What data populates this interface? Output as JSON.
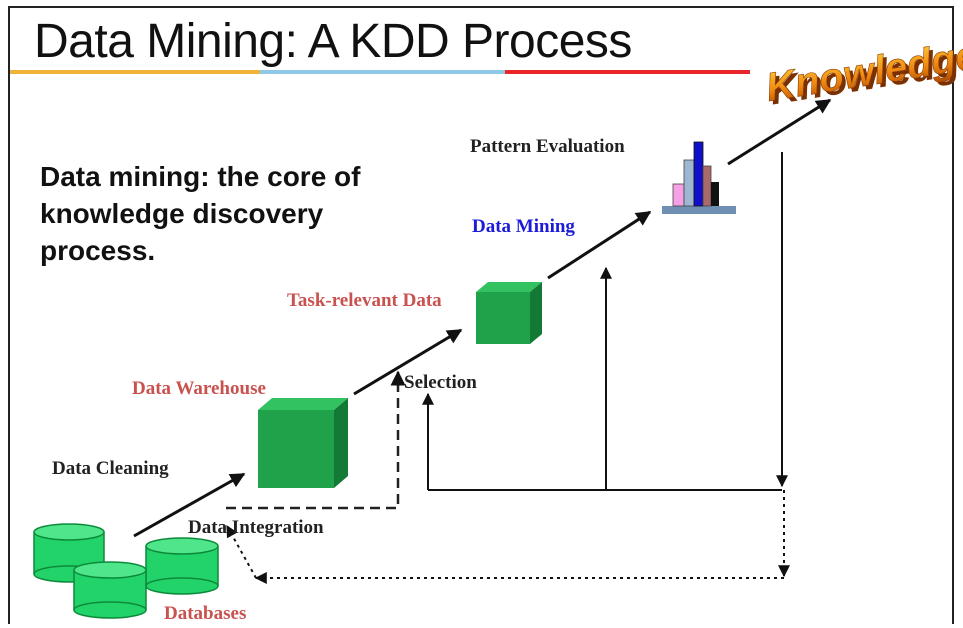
{
  "slide": {
    "title": "Data Mining: A KDD Process",
    "subtitle": "Data mining: the core of knowledge discovery process.",
    "knowledge_label": "Knowledge"
  },
  "stages": {
    "databases": "Databases",
    "data_cleaning": "Data Cleaning",
    "data_integration": "Data Integration",
    "data_warehouse": "Data Warehouse",
    "selection": "Selection",
    "task_relevant_data": "Task-relevant Data",
    "data_mining": "Data Mining",
    "pattern_evaluation": "Pattern Evaluation"
  },
  "colors": {
    "title_rule": [
      "#f0b23a",
      "#8ec9ea",
      "#e8262b"
    ],
    "stage_red": "#c9524f",
    "stage_blue": "#1b1bd8",
    "cube_green": "#1fa24a",
    "cylinder_green": "#22d36a",
    "knowledge_orange": "#f08a12"
  }
}
